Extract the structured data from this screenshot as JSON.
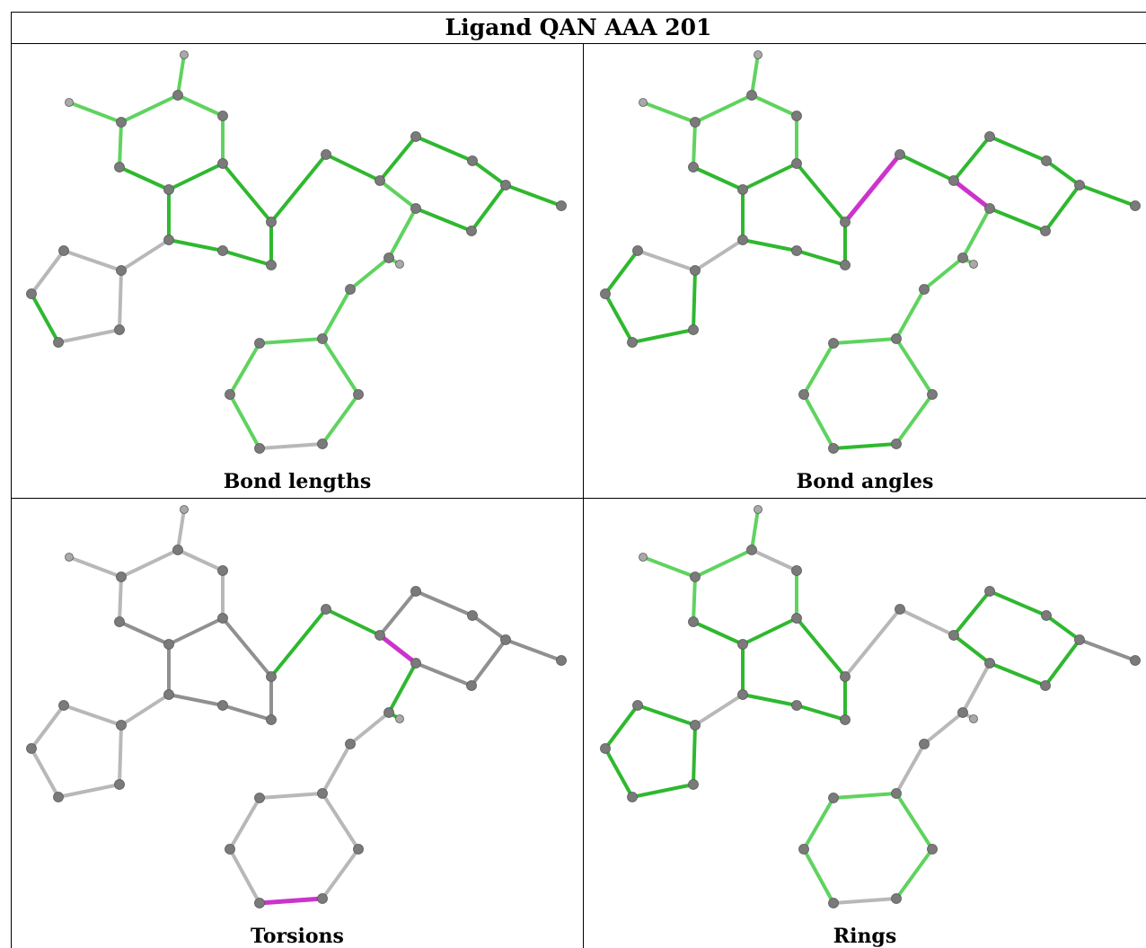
{
  "title": "Ligand QAN AAA 201",
  "panels": [
    {
      "caption": "Bond lengths"
    },
    {
      "caption": "Bond angles"
    },
    {
      "caption": "Torsions"
    },
    {
      "caption": "Rings"
    }
  ],
  "colors": {
    "green": "#2fb82f",
    "light_green": "#5fd35f",
    "magenta": "#cc33cc",
    "gray_bond": "#b8b8b8",
    "dark_gray_bond": "#909090",
    "atom": "#7a7a7a"
  }
}
